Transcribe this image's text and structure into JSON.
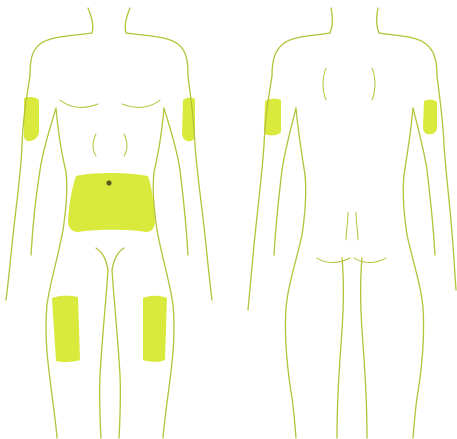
{
  "colors": {
    "outline": "#b5c23a",
    "site_fill": "#d9ea3c",
    "background": "#ffffff"
  },
  "figures": [
    {
      "view": "front",
      "injection_sites": [
        "left-upper-arm",
        "right-upper-arm",
        "abdomen",
        "left-thigh",
        "right-thigh"
      ]
    },
    {
      "view": "back",
      "injection_sites": [
        "left-upper-arm",
        "right-upper-arm"
      ]
    }
  ]
}
